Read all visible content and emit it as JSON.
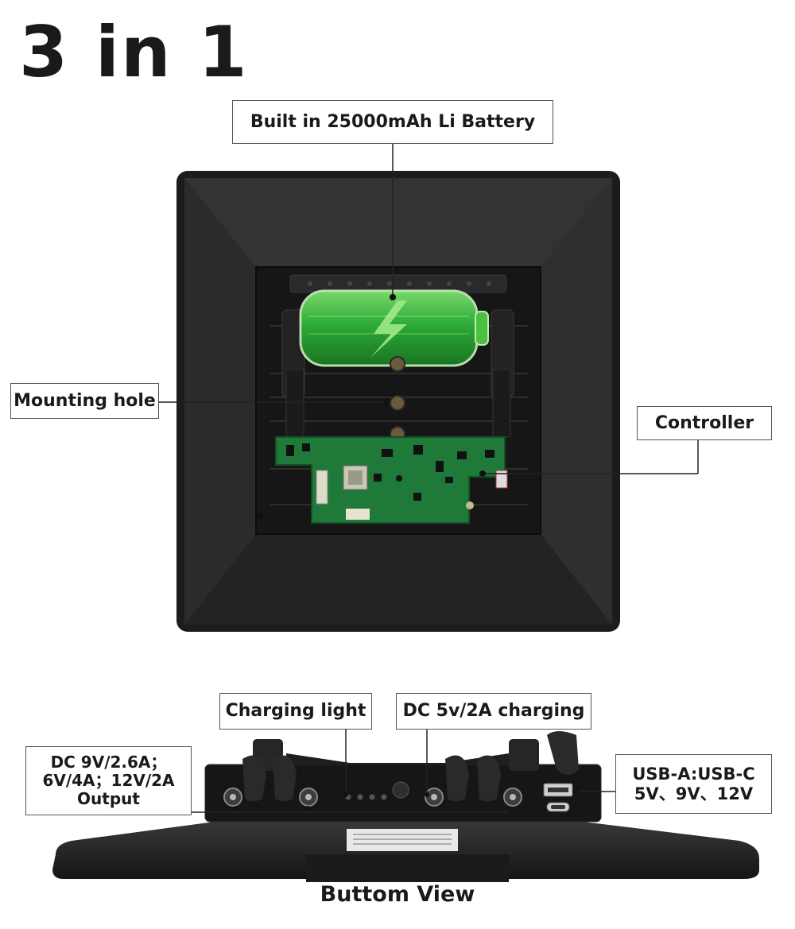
{
  "headline": "3 in 1",
  "callouts": {
    "battery": "Built in 25000mAh Li Battery",
    "mounting_hole": "Mounting hole",
    "controller": "Controller",
    "charging_light": "Charging light",
    "dc_charging": "DC 5v/2A charging",
    "dc_output": [
      "DC 9V/2.6A；",
      "6V/4A；12V/2A",
      "Output"
    ],
    "usb": [
      "USB-A:USB-C",
      "5V、9V、12V"
    ]
  },
  "caption": "Buttom View",
  "colors": {
    "housing": "#1f1f1f",
    "battery_green": "#2fb33a",
    "pcb_green": "#1f7a3a",
    "leader_line": "#222222"
  }
}
